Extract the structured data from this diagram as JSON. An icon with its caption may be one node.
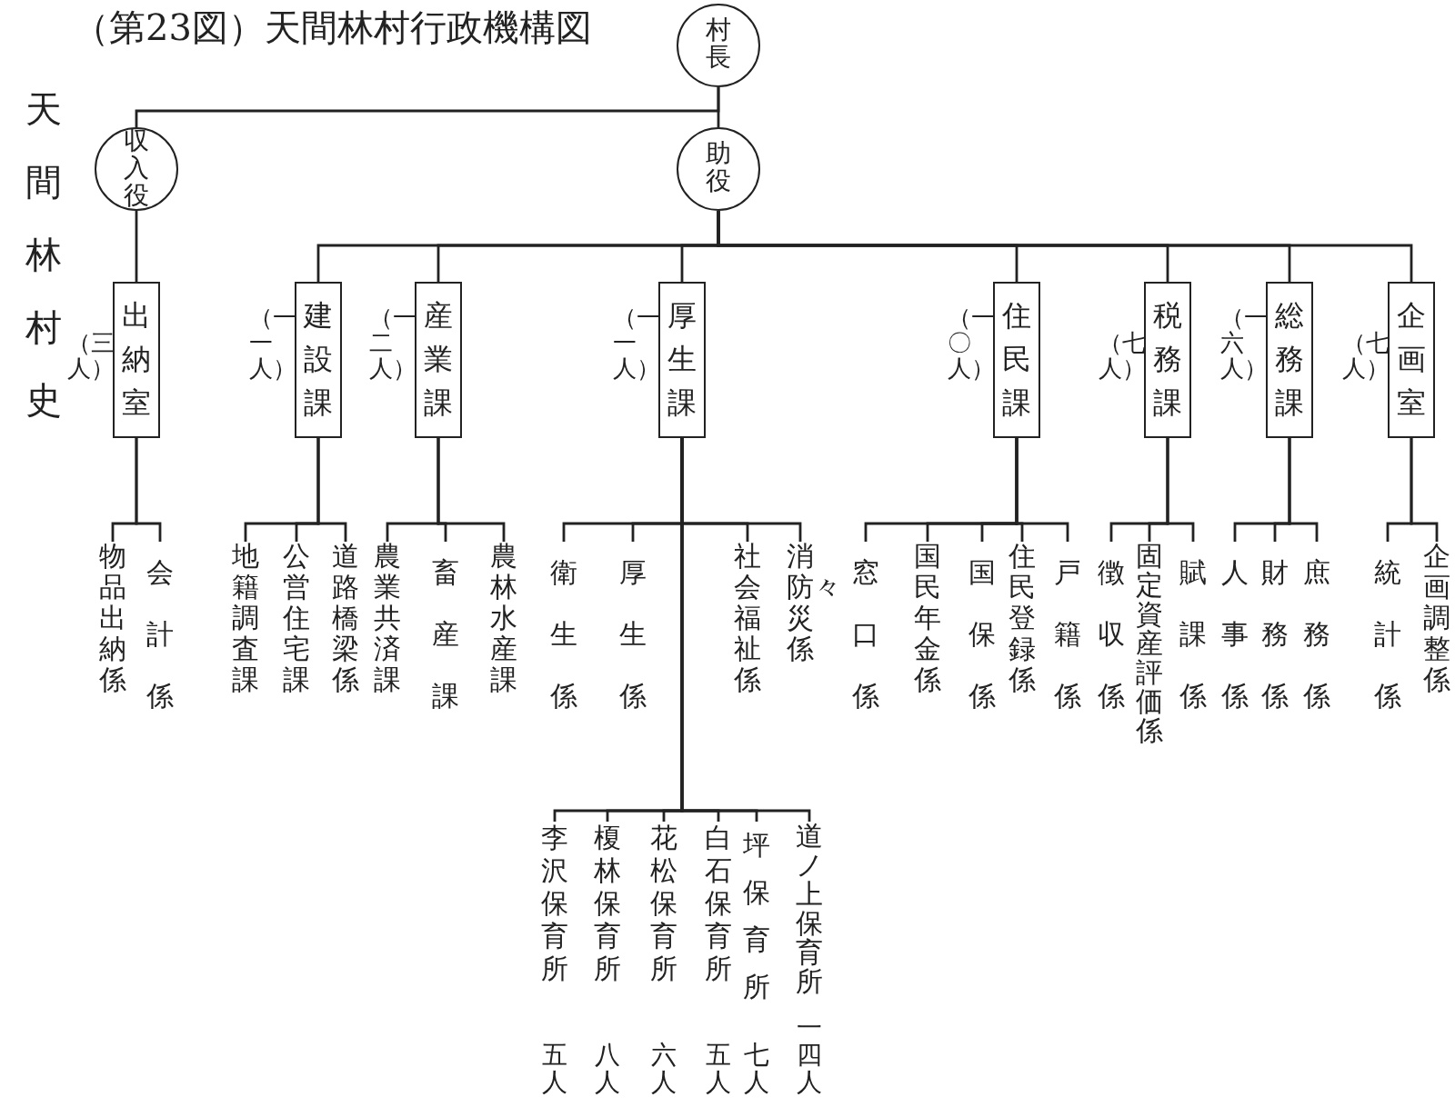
{
  "diagram": {
    "title": "（第23図）天間林村行政機構図",
    "nodes": [
      {
        "text": [
          "村長"
        ]
      },
      {
        "text": [
          "収入役"
        ]
      },
      {
        "text": [
          "助役"
        ]
      },
      {
        "text": [
          "出納室"
        ],
        "beside": [
          "（三人）"
        ]
      },
      {
        "text": [
          "建設課"
        ],
        "beside": [
          "（一一人）"
        ]
      },
      {
        "text": [
          "産業課"
        ],
        "beside": [
          "（一二人）"
        ]
      },
      {
        "text": [
          "厚生課"
        ],
        "beside": [
          "（一一人）"
        ]
      },
      {
        "text": [
          "住民課"
        ],
        "beside": [
          "（一〇人）"
        ]
      },
      {
        "text": [
          "税務課"
        ],
        "beside": [
          "（七人）"
        ]
      },
      {
        "text": [
          "総務課"
        ],
        "beside": [
          "（一六人）"
        ]
      },
      {
        "text": [
          "企画室"
        ],
        "beside": [
          "（七人）"
        ]
      },
      {
        "text": [
          "物品出納係"
        ]
      },
      {
        "text": [
          "会計係"
        ]
      },
      {
        "text": [
          "地籍調査課"
        ]
      },
      {
        "text": [
          "公営住宅課"
        ]
      },
      {
        "text": [
          "道路橋梁係"
        ]
      },
      {
        "text": [
          "農業共済課"
        ]
      },
      {
        "text": [
          "畜産課"
        ]
      },
      {
        "text": [
          "農林水産課"
        ]
      },
      {
        "text": [
          "衛生係"
        ]
      },
      {
        "text": [
          "厚生係"
        ]
      },
      {
        "text": [
          "社会福祉係"
        ]
      },
      {
        "text": [
          "消防々災係"
        ]
      },
      {
        "text": [
          "窓口係"
        ]
      },
      {
        "text": [
          "国民年金係"
        ]
      },
      {
        "text": [
          "国保係"
        ]
      },
      {
        "text": [
          "住民登録係"
        ]
      },
      {
        "text": [
          "戸籍係"
        ]
      },
      {
        "text": [
          "徴収係"
        ]
      },
      {
        "text": [
          "固定資産評価係"
        ]
      },
      {
        "text": [
          "賦課係"
        ]
      },
      {
        "text": [
          "人事係"
        ]
      },
      {
        "text": [
          "財務係"
        ]
      },
      {
        "text": [
          "庶務係"
        ]
      },
      {
        "text": [
          "統計係"
        ]
      },
      {
        "text": [
          "企画調整係"
        ]
      },
      {
        "text": [
          "李沢保育所"
        ],
        "beside": [
          "五人"
        ]
      },
      {
        "text": [
          "榎林保育所"
        ],
        "beside": [
          "八人"
        ]
      },
      {
        "text": [
          "花松保育所"
        ],
        "beside": [
          "六人"
        ]
      },
      {
        "text": [
          "白石保育所"
        ],
        "beside": [
          "五人"
        ]
      },
      {
        "text": [
          "坪保育所"
        ],
        "beside": [
          "七人"
        ]
      },
      {
        "text": [
          "道ノ上保育所"
        ],
        "beside": [
          "一四人"
        ]
      }
    ],
    "edges": [
      {
        "from": 0,
        "to": 1,
        "arrow": "none"
      },
      {
        "from": 0,
        "to": 2,
        "arrow": "none"
      },
      {
        "from": 1,
        "to": 3,
        "arrow": "none"
      },
      {
        "from": 2,
        "to": 4,
        "arrow": "none"
      },
      {
        "from": 2,
        "to": 5,
        "arrow": "none"
      },
      {
        "from": 2,
        "to": 6,
        "arrow": "none"
      },
      {
        "from": 2,
        "to": 7,
        "arrow": "none"
      },
      {
        "from": 2,
        "to": 8,
        "arrow": "none"
      },
      {
        "from": 2,
        "to": 9,
        "arrow": "none"
      },
      {
        "from": 2,
        "to": 10,
        "arrow": "none"
      },
      {
        "from": 3,
        "to": 11,
        "arrow": "none"
      },
      {
        "from": 3,
        "to": 12,
        "arrow": "none"
      },
      {
        "from": 4,
        "to": 13,
        "arrow": "none"
      },
      {
        "from": 4,
        "to": 14,
        "arrow": "none"
      },
      {
        "from": 4,
        "to": 15,
        "arrow": "none"
      },
      {
        "from": 5,
        "to": 16,
        "arrow": "none"
      },
      {
        "from": 5,
        "to": 17,
        "arrow": "none"
      },
      {
        "from": 5,
        "to": 18,
        "arrow": "none"
      },
      {
        "from": 6,
        "to": 19,
        "arrow": "none"
      },
      {
        "from": 6,
        "to": 20,
        "arrow": "none"
      },
      {
        "from": 6,
        "to": 21,
        "arrow": "none"
      },
      {
        "from": 6,
        "to": 22,
        "arrow": "none"
      },
      {
        "from": 7,
        "to": 23,
        "arrow": "none"
      },
      {
        "from": 7,
        "to": 24,
        "arrow": "none"
      },
      {
        "from": 7,
        "to": 25,
        "arrow": "none"
      },
      {
        "from": 7,
        "to": 26,
        "arrow": "none"
      },
      {
        "from": 7,
        "to": 27,
        "arrow": "none"
      },
      {
        "from": 8,
        "to": 28,
        "arrow": "none"
      },
      {
        "from": 8,
        "to": 29,
        "arrow": "none"
      },
      {
        "from": 8,
        "to": 30,
        "arrow": "none"
      },
      {
        "from": 9,
        "to": 31,
        "arrow": "none"
      },
      {
        "from": 9,
        "to": 32,
        "arrow": "none"
      },
      {
        "from": 9,
        "to": 33,
        "arrow": "none"
      },
      {
        "from": 10,
        "to": 34,
        "arrow": "none"
      },
      {
        "from": 10,
        "to": 35,
        "arrow": "none"
      },
      {
        "from": 6,
        "to": 36,
        "arrow": "none"
      },
      {
        "from": 6,
        "to": 37,
        "arrow": "none"
      },
      {
        "from": 6,
        "to": 38,
        "arrow": "none"
      },
      {
        "from": 6,
        "to": 39,
        "arrow": "none"
      },
      {
        "from": 6,
        "to": 40,
        "arrow": "none"
      },
      {
        "from": 6,
        "to": 41,
        "arrow": "none"
      }
    ],
    "labels": [
      "天間林村史"
    ]
  }
}
